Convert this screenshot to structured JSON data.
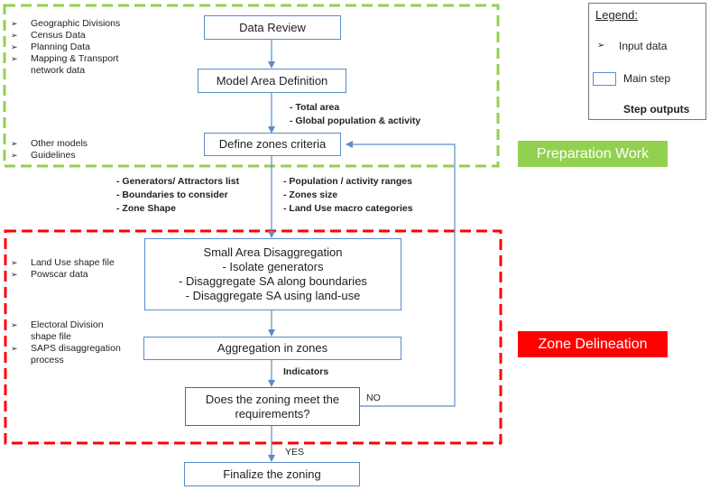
{
  "steps": {
    "data_review": "Data Review",
    "model_area": "Model Area Definition",
    "define_zones": "Define zones criteria",
    "sa_title": "Small Area Disaggregation",
    "sa_lines": [
      "- Isolate generators",
      "- Disaggregate SA along boundaries",
      "- Disaggregate SA using land-use"
    ],
    "aggregation": "Aggregation in zones",
    "decision_line1": "Does the zoning meet the",
    "decision_line2": "requirements?",
    "finalize": "Finalize the zoning"
  },
  "inputs": {
    "top": [
      "Geographic Divisions",
      "Census Data",
      "Planning Data",
      "Mapping & Transport",
      "network data"
    ],
    "other": [
      "Other models",
      "Guidelines"
    ],
    "landuse": [
      "Land Use shape file",
      "Powscar data"
    ],
    "electoral": [
      "Electoral Division",
      "shape file",
      "SAPS disaggregation",
      "process"
    ]
  },
  "outputs": {
    "model_area": [
      "- Total area",
      "- Global population & activity"
    ],
    "define_left": [
      "- Generators/ Attractors list",
      "- Boundaries to consider",
      "- Zone Shape"
    ],
    "define_right": [
      "- Population  / activity ranges",
      "- Zones size",
      "- Land Use macro categories"
    ],
    "aggregation": "Indicators"
  },
  "flow_labels": {
    "no": "NO",
    "yes": "YES"
  },
  "regions": {
    "preparation": {
      "label": "Preparation Work",
      "color": "#92d050"
    },
    "zone": {
      "label": "Zone Delineation",
      "color": "#ff0000"
    }
  },
  "legend": {
    "title": "Legend:",
    "input": "Input data",
    "main_step": "Main step",
    "outputs": "Step outputs"
  },
  "colors": {
    "arrow": "#5b8ccc",
    "step_border": "#5b8ccc",
    "decision_border": "#7b4ea0"
  }
}
